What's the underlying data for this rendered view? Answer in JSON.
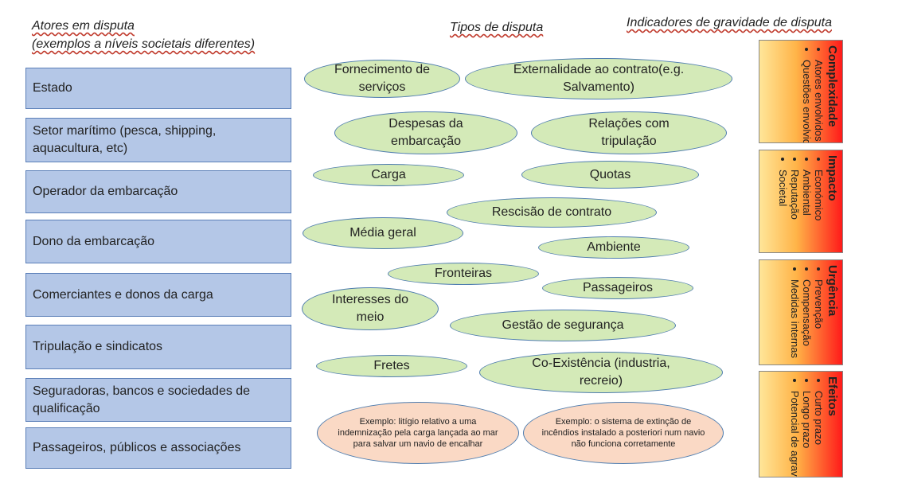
{
  "headings": {
    "actors_line1": "Atores em disputa",
    "actors_line2": "(exemplos a níveis societais diferentes)",
    "types": "Tipos de disputa",
    "indicators": "Indicadores de gravidade de disputa"
  },
  "actors": [
    "Estado",
    "Setor marítimo (pesca, shipping, aquacultura, etc)",
    "Operador da embarcação",
    "Dono da embarcação",
    "Comerciantes e donos da carga",
    "Tripulação e sindicatos",
    "Seguradoras, bancos e sociedades de qualificação",
    "Passageiros, públicos e associações"
  ],
  "dispute_types": [
    "Fornecimento de serviços",
    "Externalidade ao contrato(e.g. Salvamento)",
    "Despesas da embarcação",
    "Relações com tripulação",
    "Carga",
    "Quotas",
    "Rescisão de contrato",
    "Média geral",
    "Ambiente",
    "Fronteiras",
    "Passageiros",
    "Interesses do meio",
    "Gestão de segurança",
    "Fretes",
    "Co-Existência (industria, recreio)"
  ],
  "examples": [
    "Exemplo: litígio relativo a uma indemnização pela carga lançada ao mar para salvar um navio de encalhar",
    "Exemplo: o sistema de extinção de incêndios instalado a posteriori num navio não funciona corretamente"
  ],
  "indicators": [
    {
      "title": "Complexidade",
      "items": [
        "Atores envolvidos",
        "Questões envolvidas"
      ]
    },
    {
      "title": "Impacto",
      "items": [
        "Económico",
        "Ambiental",
        "Reputação",
        "Societal"
      ]
    },
    {
      "title": "Urgência",
      "items": [
        "Prevenção",
        "Compensação",
        "Medidas internas"
      ]
    },
    {
      "title": "Efeitos",
      "items": [
        "Curto prazo",
        "Longo prazo",
        "Potencial de agravamento"
      ]
    }
  ],
  "colors": {
    "actor_fill": "#b4c7e7",
    "ellipse_fill": "#d4eab8",
    "example_fill": "#fad9c5",
    "indicator_red": "#ff1a1a",
    "indicator_yellow": "#ffe699"
  }
}
